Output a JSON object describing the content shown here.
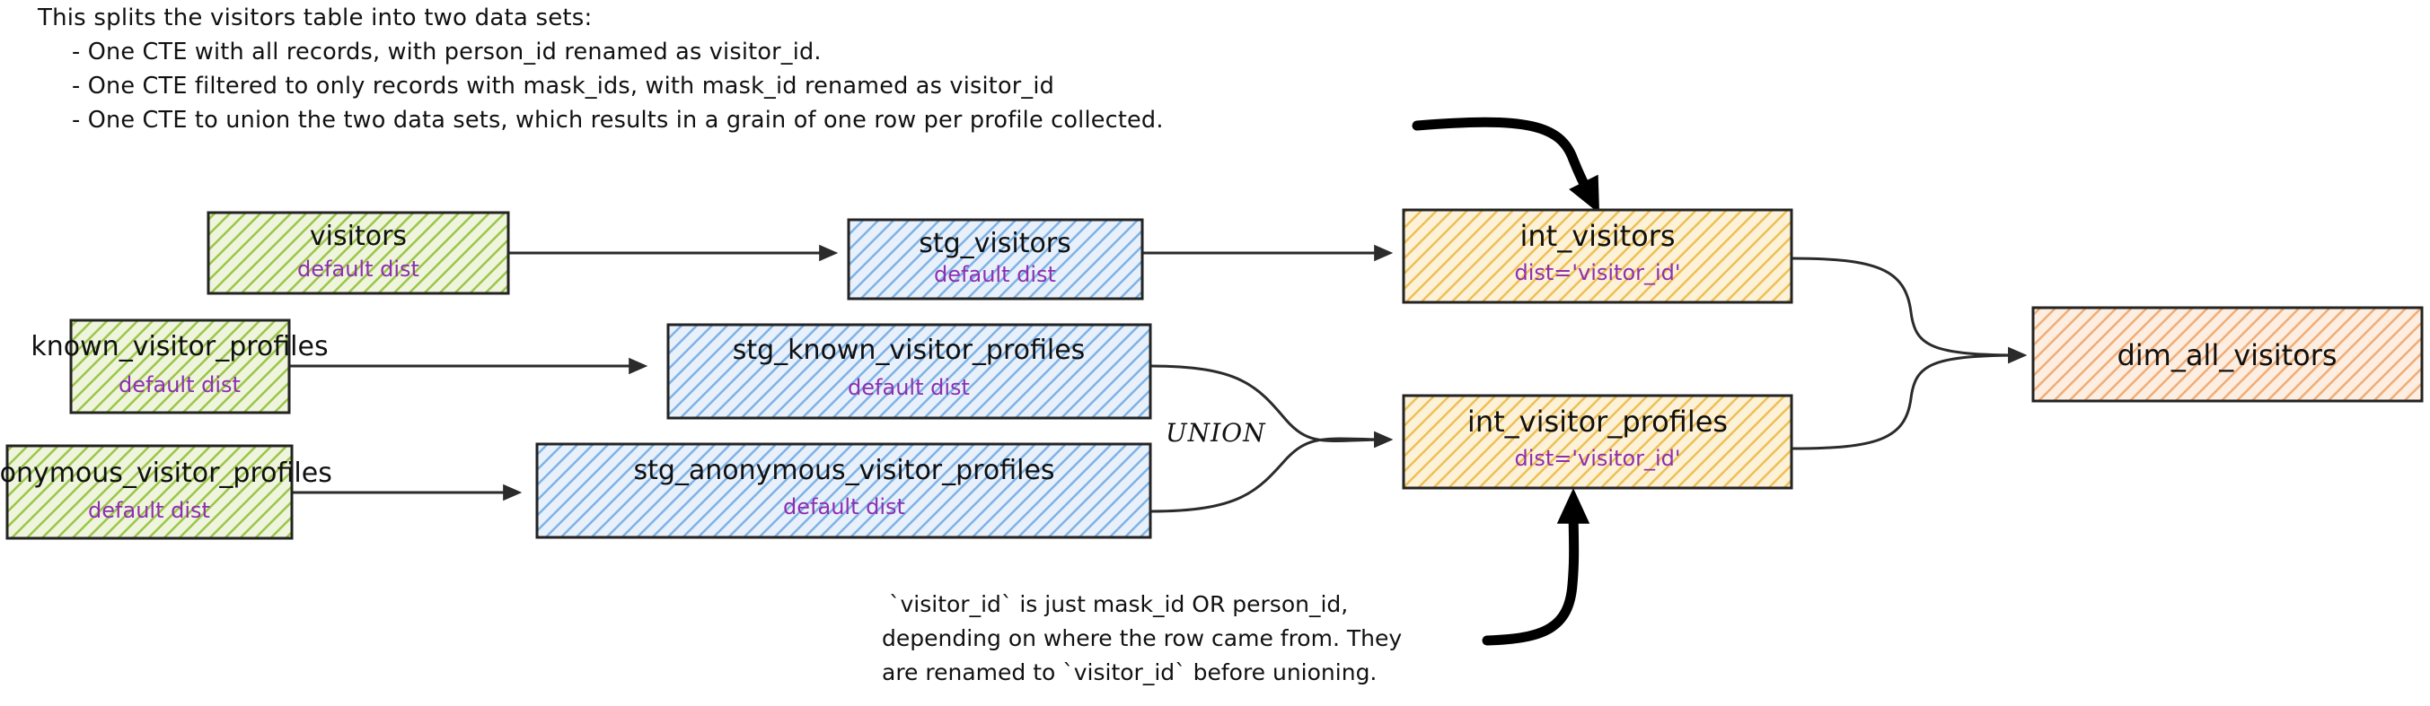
{
  "annotations": {
    "top_note": {
      "lines": [
        "This splits the visitors table into two data sets:",
        "- One CTE with all records, with person_id renamed as visitor_id.",
        "- One CTE filtered to only records with mask_ids, with mask_id renamed as visitor_id",
        "- One CTE to union the two data sets, which results in a grain of one row per profile collected."
      ]
    },
    "bottom_note": {
      "lines": [
        "`visitor_id` is just mask_id OR person_id,",
        "depending on where the row came from. They",
        "are renamed to `visitor_id` before unioning."
      ]
    },
    "union_label": "UNION"
  },
  "palette": {
    "source_fill": "#d8e9a8",
    "source_stroke": "#8cb83c",
    "staging_fill": "#cfe2f6",
    "staging_stroke": "#6ba3e0",
    "intermediate_fill": "#fae3a8",
    "intermediate_stroke": "#e5b councils",
    "intermediate_hatch": "#e8b84b",
    "mart_fill": "#f7d3b5",
    "mart_stroke": "#e08a4e",
    "border": "#232323",
    "sub_text": "#8e2fb0",
    "title_text": "#101010"
  },
  "nodes": [
    {
      "id": "visitors",
      "title": "visitors",
      "subtitle": "default dist",
      "layer": "source"
    },
    {
      "id": "known_visitor_profiles",
      "title": "known_visitor_profiles",
      "subtitle": "default dist",
      "layer": "source"
    },
    {
      "id": "anonymous_visitor_profiles",
      "title": "anonymous_visitor_profiles",
      "subtitle": "default dist",
      "layer": "source"
    },
    {
      "id": "stg_visitors",
      "title": "stg_visitors",
      "subtitle": "default dist",
      "layer": "staging"
    },
    {
      "id": "stg_known_visitor_profiles",
      "title": "stg_known_visitor_profiles",
      "subtitle": "default dist",
      "layer": "staging"
    },
    {
      "id": "stg_anonymous_visitor_profiles",
      "title": "stg_anonymous_visitor_profiles",
      "subtitle": "default dist",
      "layer": "staging"
    },
    {
      "id": "int_visitors",
      "title": "int_visitors",
      "subtitle": "dist='visitor_id'",
      "layer": "intermediate"
    },
    {
      "id": "int_visitor_profiles",
      "title": "int_visitor_profiles",
      "subtitle": "dist='visitor_id'",
      "layer": "intermediate"
    },
    {
      "id": "dim_all_visitors",
      "title": "dim_all_visitors",
      "subtitle": "",
      "layer": "mart"
    }
  ],
  "edges": [
    {
      "from": "visitors",
      "to": "stg_visitors"
    },
    {
      "from": "known_visitor_profiles",
      "to": "stg_known_visitor_profiles"
    },
    {
      "from": "anonymous_visitor_profiles",
      "to": "stg_anonymous_visitor_profiles"
    },
    {
      "from": "stg_visitors",
      "to": "int_visitors"
    },
    {
      "from": "stg_known_visitor_profiles",
      "to": "int_visitor_profiles",
      "label": "UNION"
    },
    {
      "from": "stg_anonymous_visitor_profiles",
      "to": "int_visitor_profiles",
      "label": "UNION"
    },
    {
      "from": "int_visitors",
      "to": "dim_all_visitors"
    },
    {
      "from": "int_visitor_profiles",
      "to": "dim_all_visitors"
    }
  ]
}
